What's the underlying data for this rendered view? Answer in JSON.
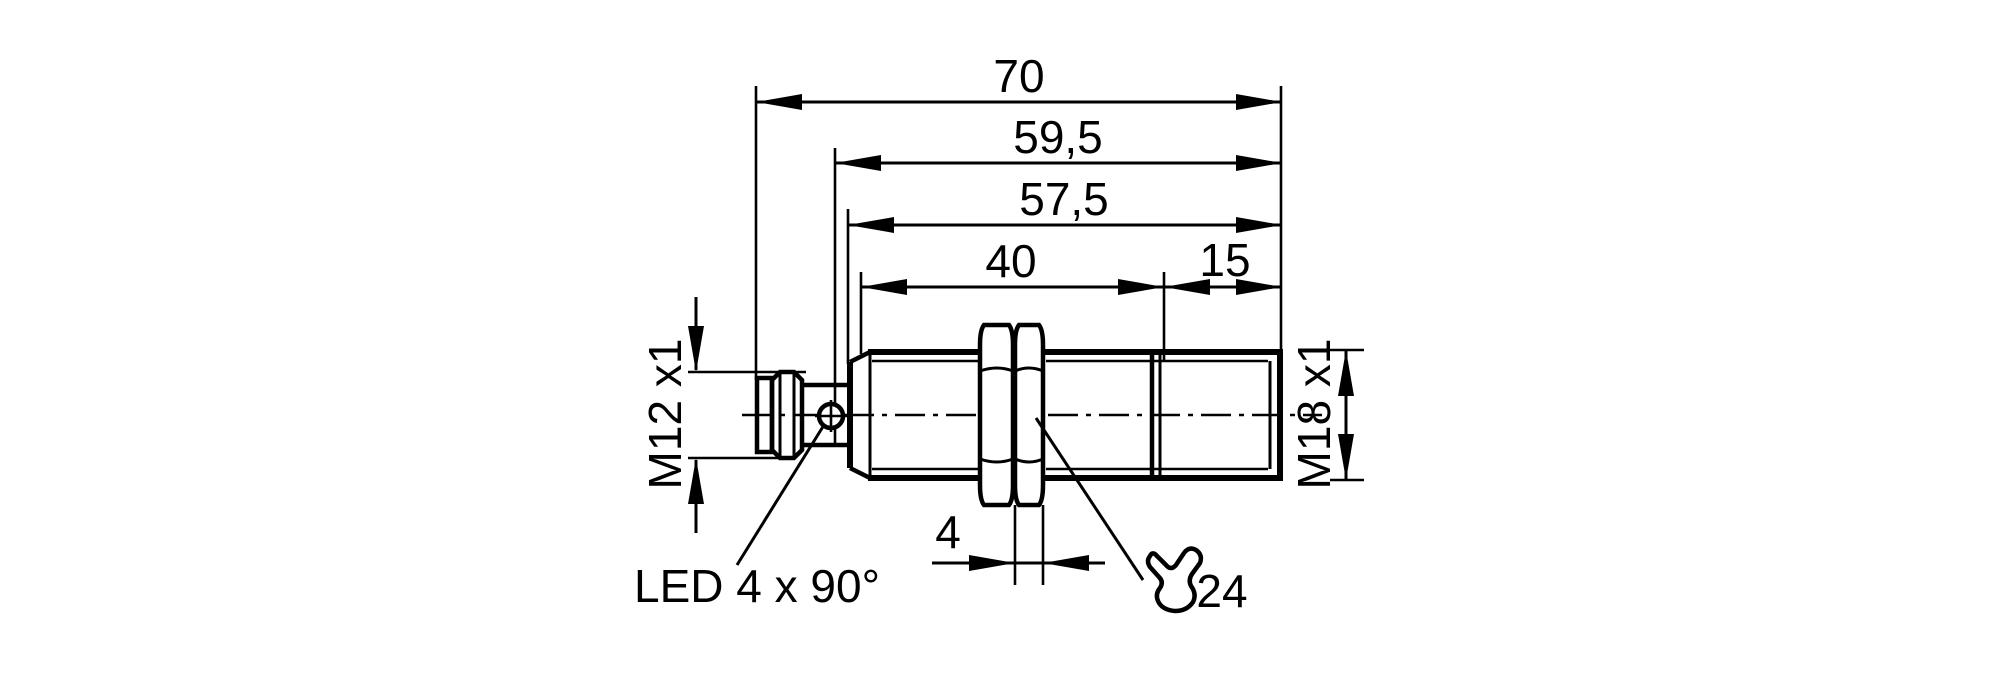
{
  "drawing": {
    "type": "technical-dimension-drawing",
    "subject": "cylindrical-sensor-side-view",
    "colors": {
      "line": "#000000",
      "background": "#ffffff"
    },
    "dimensions": {
      "d70": "70",
      "d59_5": "59,5",
      "d57_5": "57,5",
      "d40": "40",
      "d15": "15",
      "d4": "4"
    },
    "thread_labels": {
      "connector": "M12 x1",
      "housing": "M18 x1"
    },
    "annotations": {
      "led": "LED 4 x 90°",
      "wrench_size": "24"
    },
    "icons": {
      "wrench": "open-end-wrench-icon"
    }
  }
}
